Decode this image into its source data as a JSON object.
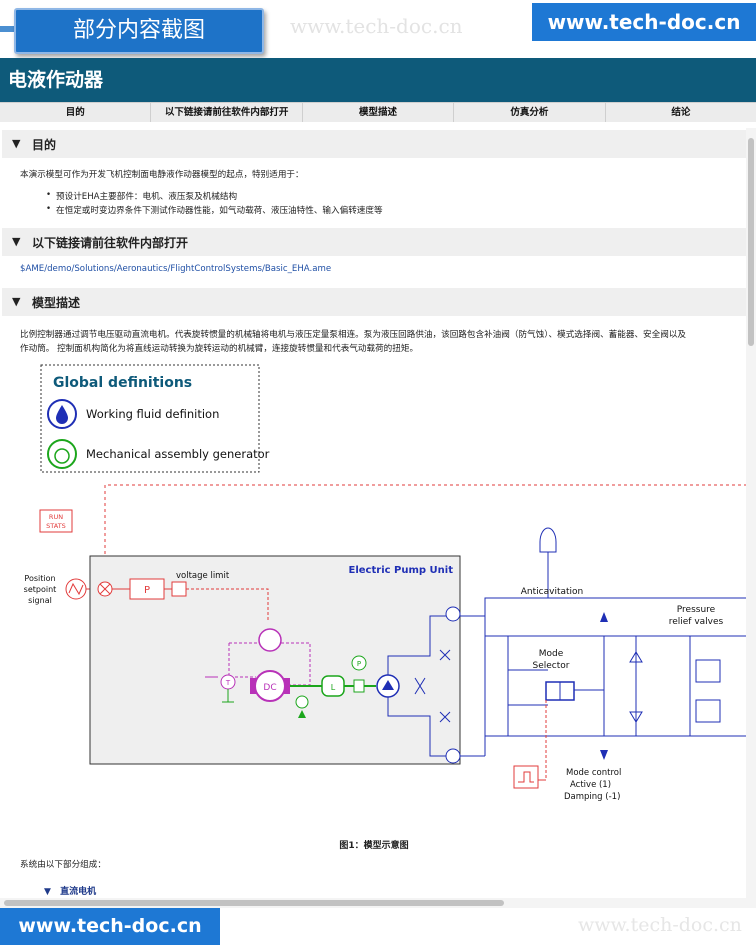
{
  "banner": {
    "crop_label": "部分内容截图",
    "watermark": "www.tech-doc.cn",
    "brand": "www.tech-doc.cn"
  },
  "page": {
    "title": "电液作动器"
  },
  "tabs": [
    "目的",
    "以下链接请前往软件内部打开",
    "模型描述",
    "仿真分析",
    "结论"
  ],
  "sections": {
    "purpose": {
      "heading": "目的",
      "intro": "本演示模型可作为开发飞机控制面电静液作动器模型的起点，特别适用于：",
      "bullets": [
        "预设计EHA主要部件：电机、液压泵及机械结构",
        "在恒定或时变边界条件下测试作动器性能，如气动载荷、液压油特性、输入偏转速度等"
      ]
    },
    "links": {
      "heading": "以下链接请前往软件内部打开",
      "path": "$AME/demo/Solutions/Aeronautics/FlightControlSystems/Basic_EHA.ame"
    },
    "model": {
      "heading": "模型描述",
      "text_line1": "比例控制器通过调节电压驱动直流电机。代表旋转惯量的机械轴将电机与液压定量泵相连。泵为液压回路供油，该回路包含补油阀（防气蚀）、模式选择阀、蓄能器、安全阀以及",
      "text_line2": "作动筒。 控制面机构简化为将直线运动转换为旋转运动的机械臂，连接旋转惯量和代表气动载荷的扭矩。",
      "caption": "图1：模型示意图",
      "after_caption": "系统由以下部分组成：",
      "sub_heading": "直流电机"
    }
  },
  "diagram": {
    "global_title": "Global definitions",
    "working_fluid": "Working fluid definition",
    "mechanical": "Mechanical assembly generator",
    "run_stats_1": "RUN",
    "run_stats_2": "STATS",
    "position_1": "Position",
    "position_2": "setpoint",
    "position_3": "signal",
    "p_block": "P",
    "voltage_limit": "voltage limit",
    "pump_unit": "Electric Pump Unit",
    "dc": "DC",
    "t_label": "T",
    "l_label": "L",
    "p_label": "P",
    "anticavitation": "Anticavitation",
    "mode_selector_1": "Mode",
    "mode_selector_2": "Selector",
    "pressure_relief_1": "Pressure",
    "pressure_relief_2": "relief valves",
    "mode_control_1": "Mode control",
    "mode_control_2": "Active (1)",
    "mode_control_3": "Damping (-1)"
  },
  "colors": {
    "header_bg": "#0e5a7a",
    "brand_blue": "#1e78d4",
    "hydraulic": "#1f2fb5",
    "signal": "#e23b3b",
    "electric": "#b832b8",
    "mechanical": "#1ca61c"
  }
}
